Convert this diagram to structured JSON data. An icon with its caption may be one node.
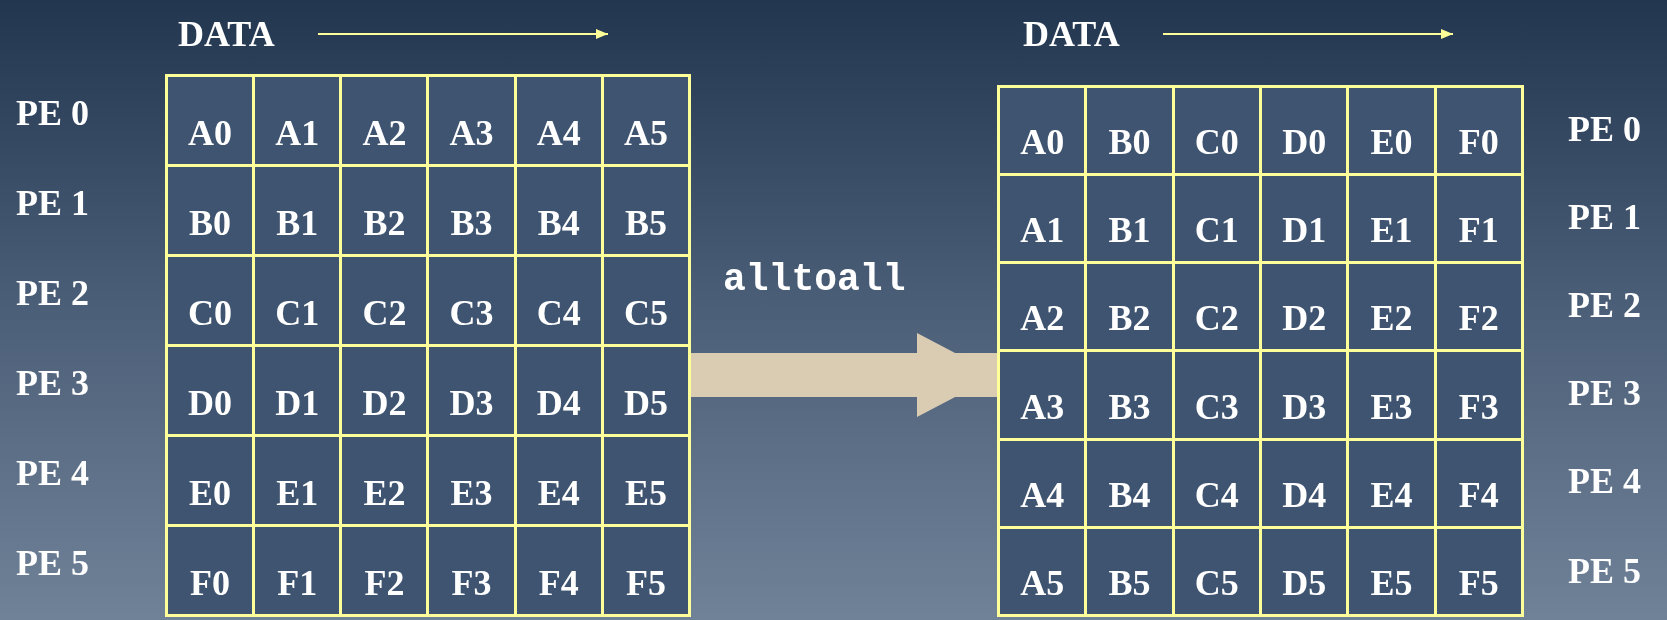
{
  "diagram": {
    "nodes": [
      {
        "text": [],
        "shape": "box"
      },
      {
        "text": [
          "A0"
        ],
        "in": 0
      },
      {
        "text": [
          "A1"
        ],
        "in": 0
      },
      {
        "text": [
          "A2"
        ],
        "in": 0
      },
      {
        "text": [
          "A3"
        ],
        "in": 0
      },
      {
        "text": [
          "A4"
        ],
        "in": 0
      },
      {
        "text": [
          "A5"
        ],
        "in": 0
      },
      {
        "text": [
          "B0"
        ],
        "in": 0
      },
      {
        "text": [
          "B1"
        ],
        "in": 0
      },
      {
        "text": [
          "B2"
        ],
        "in": 0
      },
      {
        "text": [
          "B3"
        ],
        "in": 0
      },
      {
        "text": [
          "B4"
        ],
        "in": 0
      },
      {
        "text": [
          "B5"
        ],
        "in": 0
      },
      {
        "text": [
          "C0"
        ],
        "in": 0
      },
      {
        "text": [
          "C1"
        ],
        "in": 0
      },
      {
        "text": [
          "C2"
        ],
        "in": 0
      },
      {
        "text": [
          "C3"
        ],
        "in": 0
      },
      {
        "text": [
          "C4"
        ],
        "in": 0
      },
      {
        "text": [
          "C5"
        ],
        "in": 0
      },
      {
        "text": [
          "D0"
        ],
        "in": 0
      },
      {
        "text": [
          "D1"
        ],
        "in": 0
      },
      {
        "text": [
          "D2"
        ],
        "in": 0
      },
      {
        "text": [
          "D3"
        ],
        "in": 0
      },
      {
        "text": [
          "D4"
        ],
        "in": 0
      },
      {
        "text": [
          "D5"
        ],
        "in": 0
      },
      {
        "text": [
          "E0"
        ],
        "in": 0
      },
      {
        "text": [
          "E1"
        ],
        "in": 0
      },
      {
        "text": [
          "E2"
        ],
        "in": 0
      },
      {
        "text": [
          "E3"
        ],
        "in": 0
      },
      {
        "text": [
          "E4"
        ],
        "in": 0
      },
      {
        "text": [
          "E5"
        ],
        "in": 0
      },
      {
        "text": [
          "F0"
        ],
        "in": 0
      },
      {
        "text": [
          "F1"
        ],
        "in": 0
      },
      {
        "text": [
          "F2"
        ],
        "in": 0
      },
      {
        "text": [
          "F3"
        ],
        "in": 0
      },
      {
        "text": [
          "F4"
        ],
        "in": 0
      },
      {
        "text": [
          "F5"
        ],
        "in": 0
      },
      {
        "text": [],
        "shape": "box"
      },
      {
        "text": [
          "A0"
        ],
        "in": 37
      },
      {
        "text": [
          "B0"
        ],
        "in": 37
      },
      {
        "text": [
          "C0"
        ],
        "in": 37
      },
      {
        "text": [
          "D0"
        ],
        "in": 37
      },
      {
        "text": [
          "E0"
        ],
        "in": 37
      },
      {
        "text": [
          "F0"
        ],
        "in": 37
      },
      {
        "text": [
          "A1"
        ],
        "in": 37
      },
      {
        "text": [
          "B1"
        ],
        "in": 37
      },
      {
        "text": [
          "C1"
        ],
        "in": 37
      },
      {
        "text": [
          "D1"
        ],
        "in": 37
      },
      {
        "text": [
          "E1"
        ],
        "in": 37
      },
      {
        "text": [
          "F1"
        ],
        "in": 37
      },
      {
        "text": [
          "A2"
        ],
        "in": 37
      },
      {
        "text": [
          "B2"
        ],
        "in": 37
      },
      {
        "text": [
          "C2"
        ],
        "in": 37
      },
      {
        "text": [
          "D2"
        ],
        "in": 37
      },
      {
        "text": [
          "E2"
        ],
        "in": 37
      },
      {
        "text": [
          "F2"
        ],
        "in": 37
      },
      {
        "text": [
          "A3"
        ],
        "in": 37
      },
      {
        "text": [
          "B3"
        ],
        "in": 37
      },
      {
        "text": [
          "C3"
        ],
        "in": 37
      },
      {
        "text": [
          "D3"
        ],
        "in": 37
      },
      {
        "text": [
          "E3"
        ],
        "in": 37
      },
      {
        "text": [
          "F3"
        ],
        "in": 37
      },
      {
        "text": [
          "A4"
        ],
        "in": 37
      },
      {
        "text": [
          "B4"
        ],
        "in": 37
      },
      {
        "text": [
          "C4"
        ],
        "in": 37
      },
      {
        "text": [
          "D4"
        ],
        "in": 37
      },
      {
        "text": [
          "E4"
        ],
        "in": 37
      },
      {
        "text": [
          "F4"
        ],
        "in": 37
      },
      {
        "text": [
          "A5"
        ],
        "in": 37
      },
      {
        "text": [
          "B5"
        ],
        "in": 37
      },
      {
        "text": [
          "C5"
        ],
        "in": 37
      },
      {
        "text": [
          "D5"
        ],
        "in": 37
      },
      {
        "text": [
          "E5"
        ],
        "in": 37
      },
      {
        "text": [
          "F5"
        ],
        "in": 37
      }
    ],
    "edges": [
      {
        "from": 0,
        "to": 37,
        "arrow": "to",
        "label": "alltoall"
      }
    ],
    "labels": [
      "DATA",
      "PE 0",
      "PE 1",
      "PE 2",
      "PE 3",
      "PE 4",
      "PE 5",
      "DATA",
      "PE 0",
      "PE 1",
      "PE 2",
      "PE 3",
      "PE 4",
      "PE 5"
    ]
  }
}
